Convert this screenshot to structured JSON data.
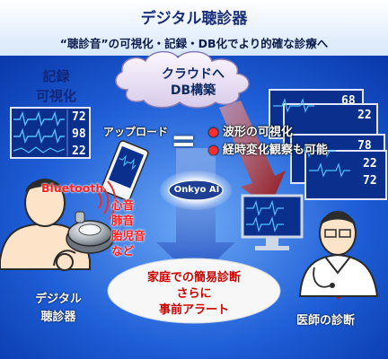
{
  "title": "デジタル聴診器",
  "subtitle": "“聴診音”の可視化・記録・DB化でより的確な診療へ",
  "left_label": [
    "記録",
    "可視化"
  ],
  "monitor_readings": [
    "72",
    "98",
    "22"
  ],
  "cloud_lines": [
    "クラウドへ",
    "DB構築"
  ],
  "upload_label": "アップロード",
  "equals_sign": "=",
  "features": [
    "波形の可視化",
    "経時変化観察も可能"
  ],
  "bluetooth_label": "Bluetooth",
  "sound_types": [
    "心音",
    "肺音",
    "胎児音",
    "など"
  ],
  "ai_label": "Onkyo AI",
  "home_lines": [
    "家庭での簡易診断",
    "さらに",
    "事前アラート"
  ],
  "device_label": [
    "デジタル",
    "聴診器"
  ],
  "doctor_label": "医師の診断",
  "stack_readings": [
    "68",
    "22",
    "78",
    "22",
    "72"
  ],
  "colors": {
    "background": "#0c46c9",
    "title": "#1a2f7a",
    "accent_red": "#e60012",
    "arrow_red": "#b5191b",
    "arrow_blue": "#3f6fd0",
    "monitor_bg": "#0a2f8c",
    "cloud_fill": "#efe8f7"
  }
}
